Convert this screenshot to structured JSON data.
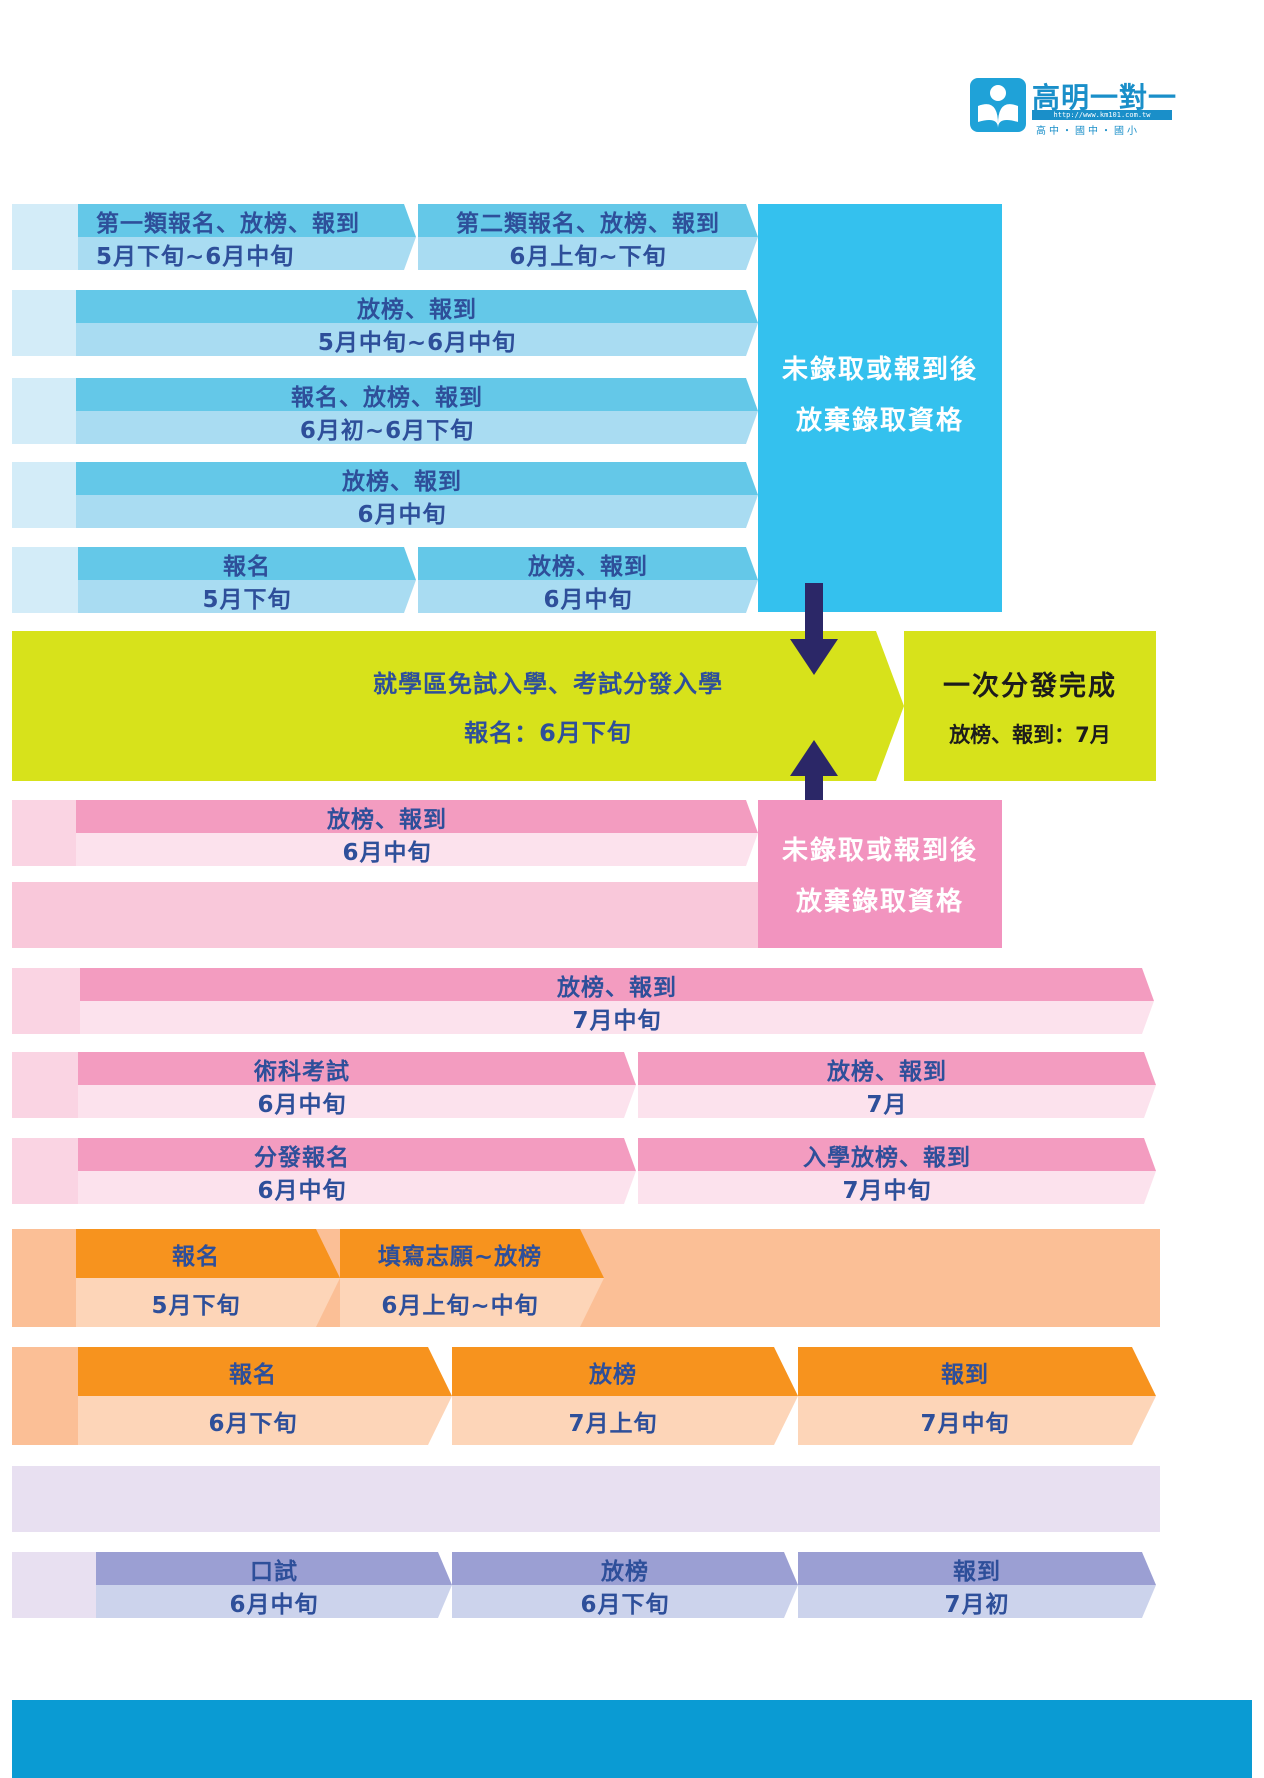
{
  "logo": {
    "title": "高明一對一",
    "url": "http://www.km101.com.tw",
    "subtitle": "高中・國中・國小"
  },
  "blue": {
    "row1": {
      "a1": "第一類報名、放榜、報到",
      "a2": "5月下旬~6月中旬",
      "b1": "第二類報名、放榜、報到",
      "b2": "6月上旬~下旬"
    },
    "row2": {
      "l1": "放榜、報到",
      "l2": "5月中旬~6月中旬"
    },
    "row3": {
      "l1": "報名、放榜、報到",
      "l2": "6月初~6月下旬"
    },
    "row4": {
      "l1": "放榜、報到",
      "l2": "6月中旬"
    },
    "row5": {
      "a1": "報名",
      "a2": "5月下旬",
      "b1": "放榜、報到",
      "b2": "6月中旬"
    },
    "side1": "未錄取或報到後",
    "side2": "放棄錄取資格"
  },
  "green": {
    "l1": "就學區免試入學、考試分發入學",
    "l2": "報名：6月下旬",
    "right1": "一次分發完成",
    "right2": "放榜、報到：7月"
  },
  "pink": {
    "row1": {
      "l1": "放榜、報到",
      "l2": "6月中旬"
    },
    "side1": "未錄取或報到後",
    "side2": "放棄錄取資格",
    "row3": {
      "l1": "放榜、報到",
      "l2": "7月中旬"
    },
    "row4": {
      "a1": "術科考試",
      "a2": "6月中旬",
      "b1": "放榜、報到",
      "b2": "7月"
    },
    "row5": {
      "a1": "分發報名",
      "a2": "6月中旬",
      "b1": "入學放榜、報到",
      "b2": "7月中旬"
    }
  },
  "orange": {
    "row1": {
      "a1": "報名",
      "a2": "5月下旬",
      "b1": "填寫志願~放榜",
      "b2": "6月上旬~中旬"
    },
    "row2": {
      "a1": "報名",
      "a2": "6月下旬",
      "b1": "放榜",
      "b2": "7月上旬",
      "c1": "報到",
      "c2": "7月中旬"
    }
  },
  "purple": {
    "row2": {
      "a1": "口試",
      "a2": "6月中旬",
      "b1": "放榜",
      "b2": "6月下旬",
      "c1": "報到",
      "c2": "7月初"
    }
  },
  "colors": {
    "blue_stub": "#d3ecf8",
    "blue_dark": "#64c8e8",
    "blue_light": "#a9dcf2",
    "blue_box": "#34c1ee",
    "green": "#d7e21b",
    "pink_stub": "#fad4e3",
    "pink_dark": "#f39cc0",
    "pink_light": "#fce2ed",
    "pink_box": "#f294bf",
    "orange_stub": "#fcc39b",
    "orange_dark": "#f7931e",
    "orange_light": "#fdd5b8",
    "purple_bg": "#e8e0f1",
    "purple_dark": "#9b9fd3",
    "purple_light": "#ccd3ec",
    "arrow": "#2b2767",
    "footer": "#0a9bd3"
  }
}
